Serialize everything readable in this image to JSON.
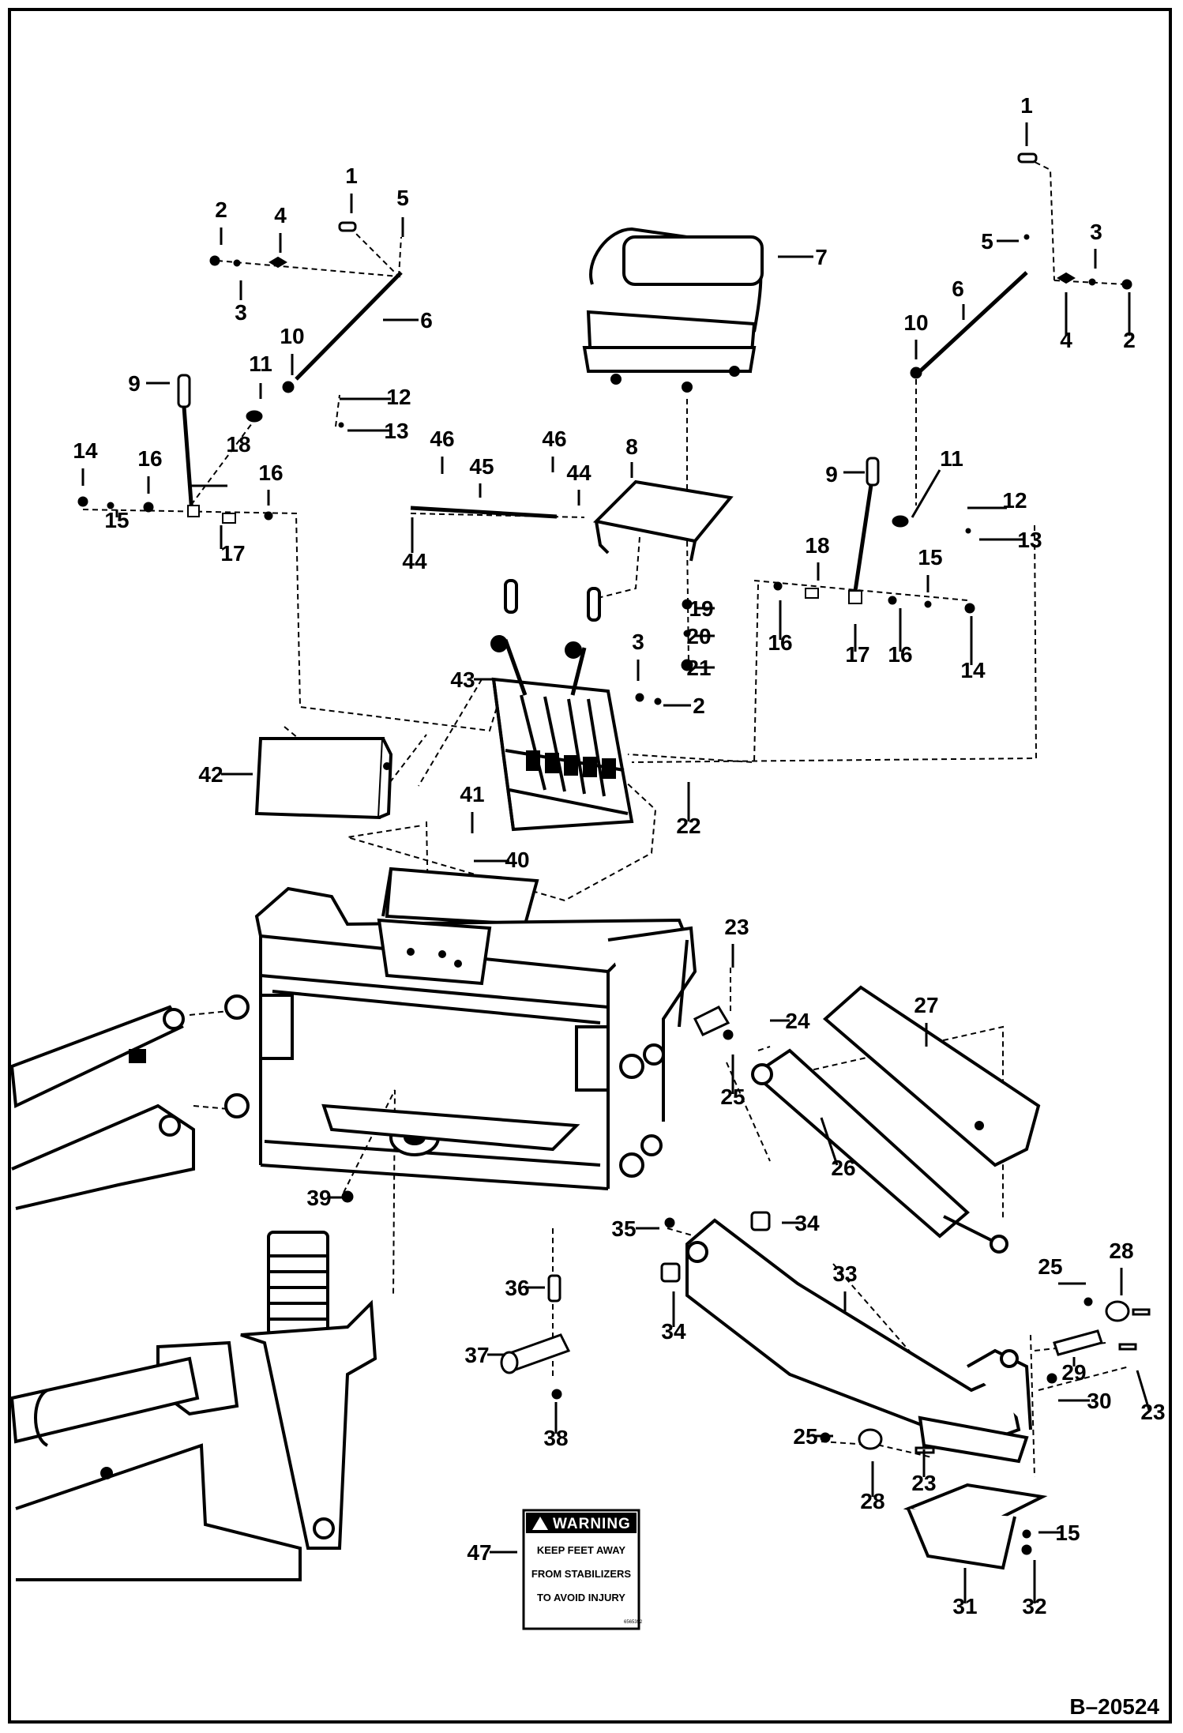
{
  "drawing": {
    "number": "B–20524"
  },
  "warning_decal": {
    "title": "WARNING",
    "lines": [
      "KEEP FEET AWAY",
      "FROM STABILIZERS",
      "TO AVOID INJURY"
    ],
    "code": "6565352"
  },
  "callouts": [
    {
      "num": "1"
    },
    {
      "num": "2"
    },
    {
      "num": "3"
    },
    {
      "num": "4"
    },
    {
      "num": "5"
    },
    {
      "num": "6"
    },
    {
      "num": "7"
    },
    {
      "num": "8"
    },
    {
      "num": "9"
    },
    {
      "num": "10"
    },
    {
      "num": "11"
    },
    {
      "num": "12"
    },
    {
      "num": "13"
    },
    {
      "num": "14"
    },
    {
      "num": "15"
    },
    {
      "num": "16"
    },
    {
      "num": "16"
    },
    {
      "num": "17"
    },
    {
      "num": "18"
    },
    {
      "num": "44"
    },
    {
      "num": "45"
    },
    {
      "num": "46"
    },
    {
      "num": "46"
    },
    {
      "num": "44"
    },
    {
      "num": "1"
    },
    {
      "num": "5"
    },
    {
      "num": "3"
    },
    {
      "num": "6"
    },
    {
      "num": "10"
    },
    {
      "num": "4"
    },
    {
      "num": "2"
    },
    {
      "num": "11"
    },
    {
      "num": "9"
    },
    {
      "num": "12"
    },
    {
      "num": "13"
    },
    {
      "num": "18"
    },
    {
      "num": "15"
    },
    {
      "num": "16"
    },
    {
      "num": "17"
    },
    {
      "num": "16"
    },
    {
      "num": "14"
    },
    {
      "num": "19"
    },
    {
      "num": "20"
    },
    {
      "num": "21"
    },
    {
      "num": "3"
    },
    {
      "num": "2"
    },
    {
      "num": "43"
    },
    {
      "num": "42"
    },
    {
      "num": "41"
    },
    {
      "num": "40"
    },
    {
      "num": "22"
    },
    {
      "num": "23"
    },
    {
      "num": "24"
    },
    {
      "num": "25"
    },
    {
      "num": "27"
    },
    {
      "num": "26"
    },
    {
      "num": "39"
    },
    {
      "num": "35"
    },
    {
      "num": "34"
    },
    {
      "num": "34"
    },
    {
      "num": "33"
    },
    {
      "num": "36"
    },
    {
      "num": "37"
    },
    {
      "num": "38"
    },
    {
      "num": "25"
    },
    {
      "num": "28"
    },
    {
      "num": "29"
    },
    {
      "num": "30"
    },
    {
      "num": "23"
    },
    {
      "num": "25"
    },
    {
      "num": "23"
    },
    {
      "num": "28"
    },
    {
      "num": "15"
    },
    {
      "num": "31"
    },
    {
      "num": "32"
    },
    {
      "num": "47"
    }
  ]
}
